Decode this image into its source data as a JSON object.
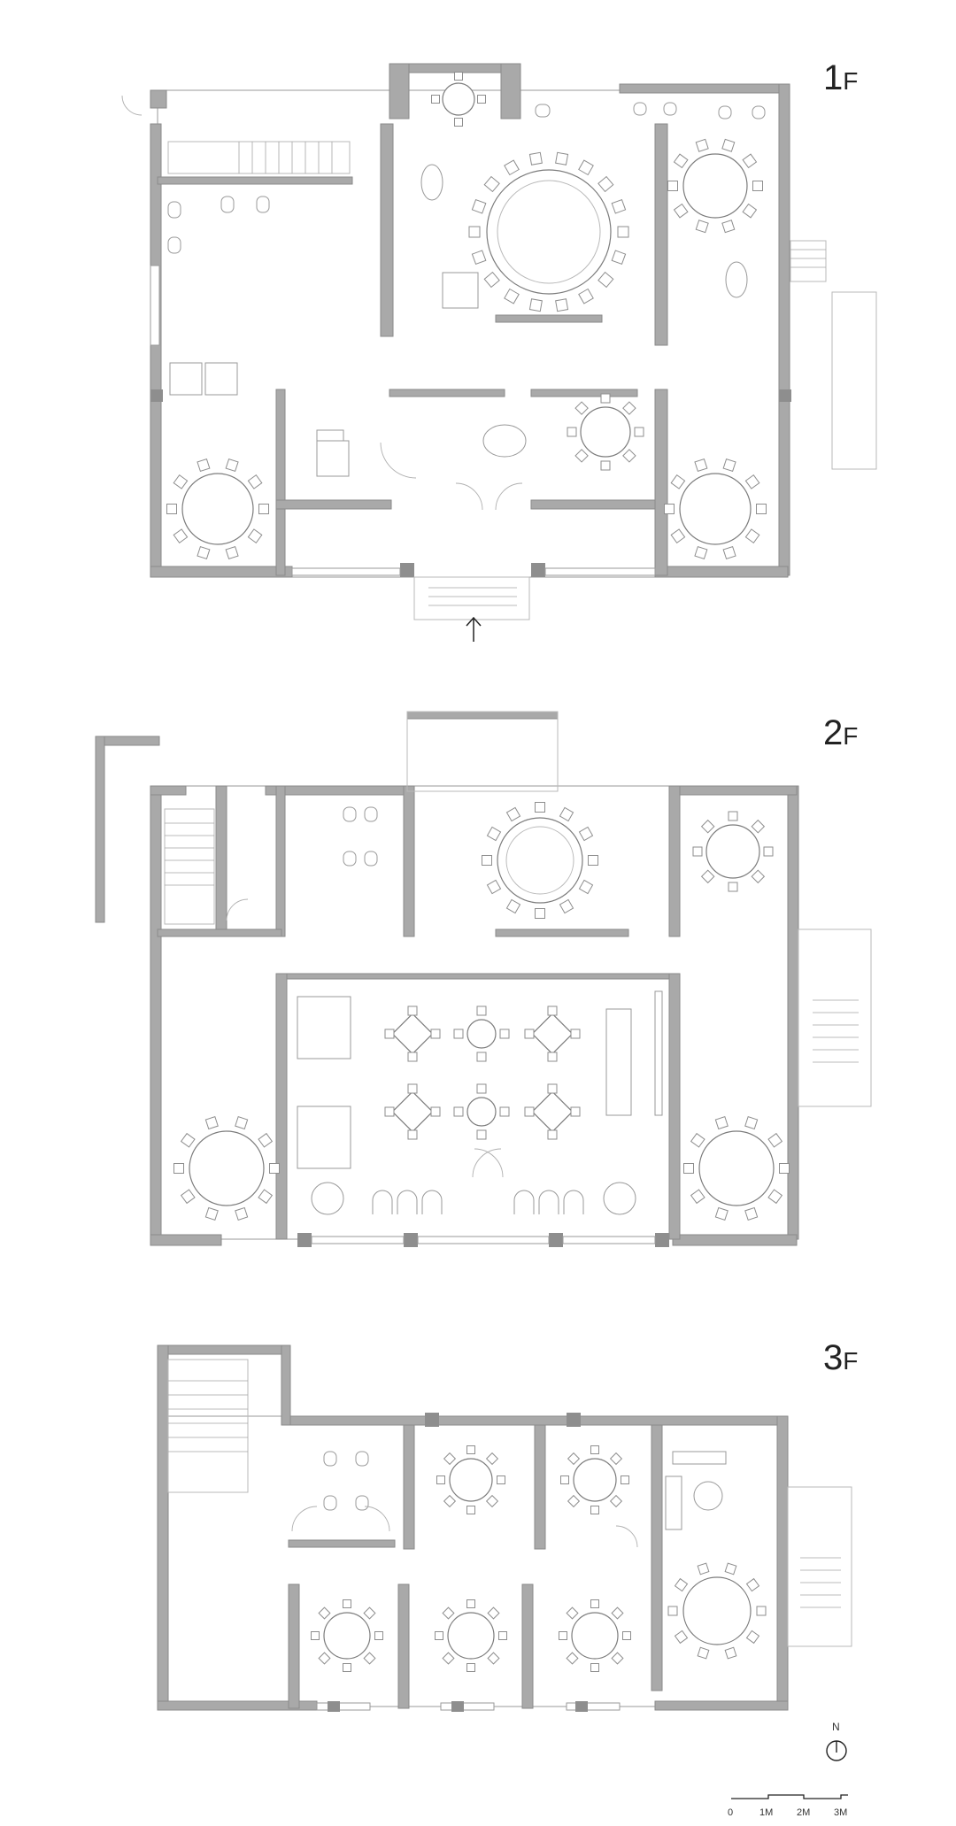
{
  "floors": [
    {
      "id": "1F",
      "number": "1",
      "suffix": "F"
    },
    {
      "id": "2F",
      "number": "2",
      "suffix": "F"
    },
    {
      "id": "3F",
      "number": "3",
      "suffix": "F"
    }
  ],
  "north": {
    "label": "N"
  },
  "scale": {
    "ticks": [
      "0",
      "1M",
      "2M",
      "3M"
    ]
  },
  "colors": {
    "wall": "#a9a9a9",
    "line": "#9a9a9a",
    "text": "#222222"
  }
}
